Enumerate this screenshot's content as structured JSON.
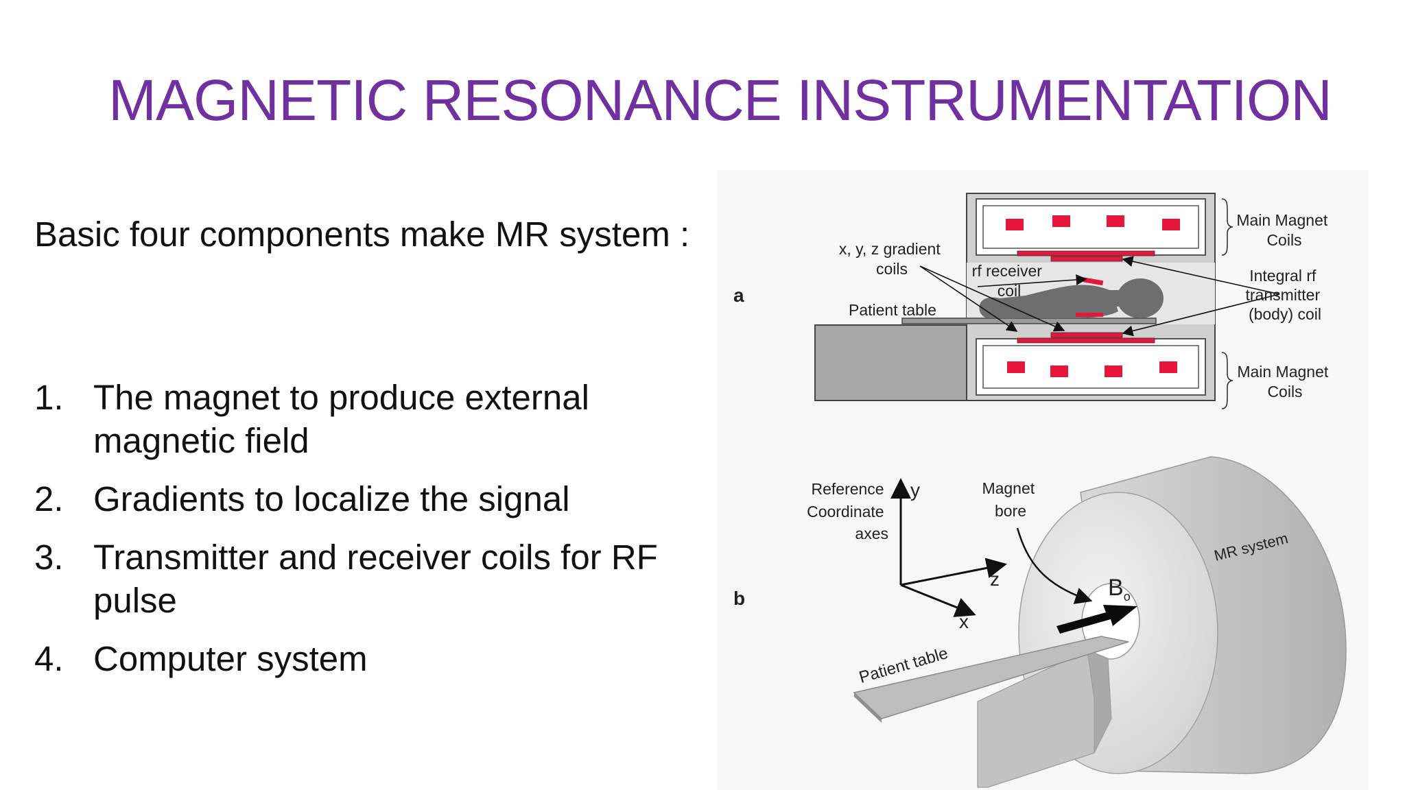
{
  "title": "MAGNETIC RESONANCE INSTRUMENTATION",
  "intro": "Basic four components make MR system :",
  "items": [
    {
      "num": "1.",
      "text": "The magnet to produce external magnetic field"
    },
    {
      "num": "2.",
      "text": "Gradients to localize the signal"
    },
    {
      "num": "3.",
      "text": "Transmitter and receiver coils for RF pulse"
    },
    {
      "num": "4.",
      "text": "Computer system"
    }
  ],
  "figure": {
    "panel_a": {
      "letter": "a",
      "gradient_coils": [
        "x, y, z gradient",
        "coils"
      ],
      "rf_receiver": [
        "rf receiver",
        "coil"
      ],
      "patient_table": "Patient table",
      "main_magnet_top": [
        "Main Magnet",
        "Coils"
      ],
      "integral_rf": [
        "Integral rf",
        "transmitter",
        "(body) coil"
      ],
      "main_magnet_bottom": [
        "Main Magnet",
        "Coils"
      ]
    },
    "panel_b": {
      "letter": "b",
      "reference": [
        "Reference",
        "Coordinate",
        "axes"
      ],
      "axis_y": "y",
      "axis_z": "z",
      "axis_x": "x",
      "magnet_bore": [
        "Magnet",
        "bore"
      ],
      "b0": "B",
      "b0_sub": "o",
      "mr_system": "MR system",
      "patient_table": "Patient table"
    }
  }
}
